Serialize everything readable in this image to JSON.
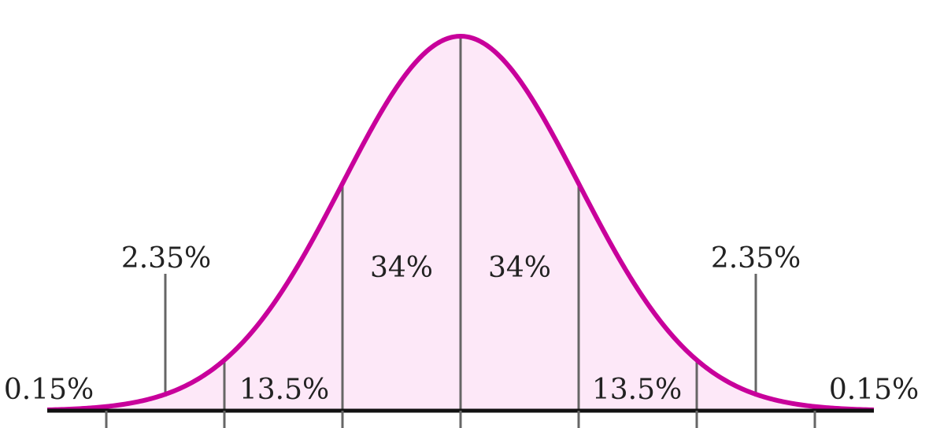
{
  "chart_data": {
    "type": "area",
    "distribution": "normal",
    "x": [
      -3,
      -2,
      -1,
      0,
      1,
      2,
      3
    ],
    "x_range": [
      -3.5,
      3.5
    ],
    "segments": [
      {
        "from": -3.5,
        "to": -3,
        "label": "0.15%"
      },
      {
        "from": -3,
        "to": -2,
        "label": "2.35%"
      },
      {
        "from": -2,
        "to": -1,
        "label": "13.5%"
      },
      {
        "from": -1,
        "to": 0,
        "label": "34%"
      },
      {
        "from": 0,
        "to": 1,
        "label": "34%"
      },
      {
        "from": 1,
        "to": 2,
        "label": "13.5%"
      },
      {
        "from": 2,
        "to": 3,
        "label": "2.35%"
      },
      {
        "from": 3,
        "to": 3.5,
        "label": "0.15%"
      }
    ],
    "title": "",
    "xlabel": "",
    "ylabel": "",
    "grid": false,
    "colors": {
      "curve": "#c8009b",
      "fill": "#fde8f8",
      "dividers": "#666666",
      "baseline": "#111111"
    }
  }
}
